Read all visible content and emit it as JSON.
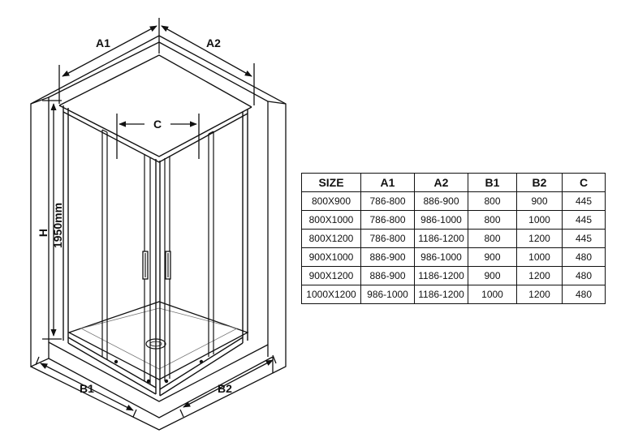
{
  "labels": {
    "a1": "A1",
    "a2": "A2",
    "c": "C",
    "h": "H",
    "height": "1950mm",
    "b1": "B1",
    "b2": "B2"
  },
  "table": {
    "headers": [
      "SIZE",
      "A1",
      "A2",
      "B1",
      "B2",
      "C"
    ],
    "rows": [
      [
        "800X900",
        "786-800",
        "886-900",
        "800",
        "900",
        "445"
      ],
      [
        "800X1000",
        "786-800",
        "986-1000",
        "800",
        "1000",
        "445"
      ],
      [
        "800X1200",
        "786-800",
        "1186-1200",
        "800",
        "1200",
        "445"
      ],
      [
        "900X1000",
        "886-900",
        "986-1000",
        "900",
        "1000",
        "480"
      ],
      [
        "900X1200",
        "886-900",
        "1186-1200",
        "900",
        "1200",
        "480"
      ],
      [
        "1000X1200",
        "986-1000",
        "1186-1200",
        "1000",
        "1200",
        "480"
      ]
    ]
  }
}
